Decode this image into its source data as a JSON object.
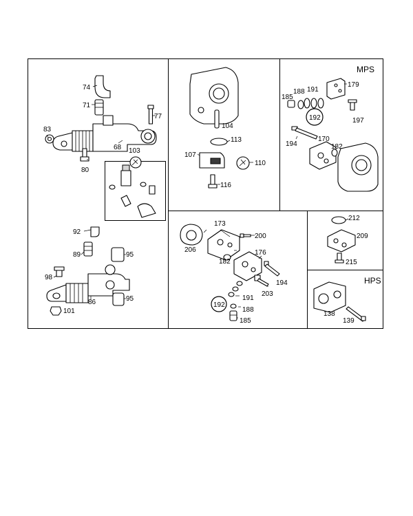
{
  "sections": {
    "mps": "MPS",
    "hps": "HPS"
  },
  "callouts": {
    "c74": "74",
    "c71": "71",
    "c77": "77",
    "c83": "83",
    "c68": "68",
    "c103": "103",
    "c80": "80",
    "c92": "92",
    "c89": "89",
    "c95a": "95",
    "c98": "98",
    "c86": "86",
    "c95b": "95",
    "c101": "101",
    "c104": "104",
    "c113": "113",
    "c107": "107",
    "c110": "110",
    "c116": "116",
    "c179": "179",
    "c185a": "185",
    "c188a": "188",
    "c191a": "191",
    "c192a": "192",
    "c197": "197",
    "c194a": "194",
    "c170": "170",
    "c182a": "182",
    "c173": "173",
    "c200": "200",
    "c206": "206",
    "c176": "176",
    "c182b": "182",
    "c194b": "194",
    "c203": "203",
    "c191b": "191",
    "c192b": "192",
    "c188b": "188",
    "c185b": "185",
    "c212": "212",
    "c209": "209",
    "c215": "215",
    "c138": "138",
    "c139": "139"
  }
}
